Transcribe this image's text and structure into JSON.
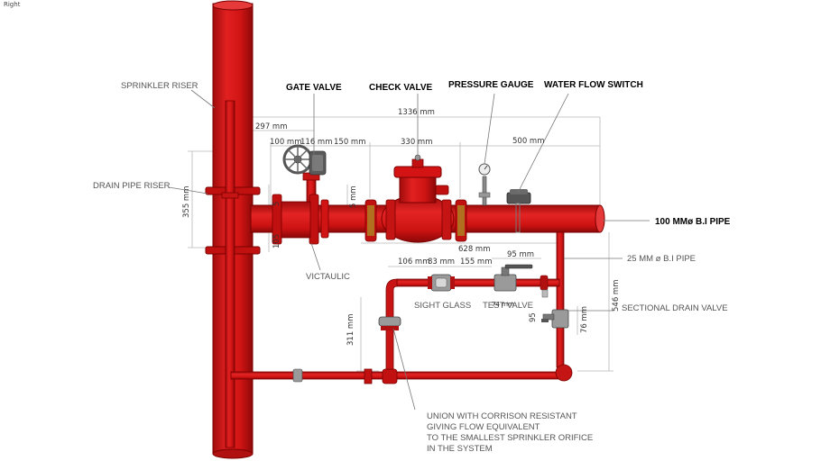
{
  "view_label": "Right",
  "colors": {
    "pipe": "#d41414",
    "pipe_dark": "#7a0000",
    "flange": "#b07020",
    "metal": "#a8a8a8",
    "dimension": "#b8b8b8"
  },
  "callouts": {
    "sprinkler_riser": "SPRINKLER RISER",
    "drain_pipe_riser": "DRAIN PIPE RISER",
    "gate_valve": "GATE VALVE",
    "check_valve": "CHECK VALVE",
    "pressure_gauge": "PRESSURE GAUGE",
    "water_flow_switch": "WATER FLOW SWITCH",
    "main_pipe": "100 MMø B.I PIPE",
    "small_pipe": "25 MM ø B.I PIPE",
    "victaulic": "VICTAULIC",
    "sight_glass": "SIGHT GLASS",
    "test_valve": "TEST VALVE",
    "sectional_drain_valve": "SECTIONAL DRAIN VALVE",
    "union_note": [
      "UNION WITH CORRISON RESISTANT",
      "GIVING FLOW EQUIVALENT",
      "TO THE SMALLEST SPRINKLER ORIFICE",
      "IN THE SYSTEM"
    ]
  },
  "dimensions": {
    "overall": "1336 mm",
    "riser_to_gate": "297 mm",
    "d100": "100 mm",
    "d116": "116 mm",
    "d150": "150 mm",
    "d330": "330 mm",
    "d500": "500 mm",
    "d355": "355 mm",
    "d105": "105",
    "d5a": "5",
    "d5b": "5 mm",
    "d628": "628 mm",
    "d95a": "95 mm",
    "d106": "106 mm",
    "d83": "83 mm",
    "d155": "155 mm",
    "d311": "311 mm",
    "d546": "546 mm",
    "d95b": "95",
    "d76": "76 mm",
    "d74": "74 mm"
  }
}
